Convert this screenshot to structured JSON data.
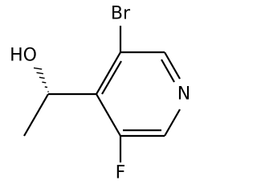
{
  "diagram": {
    "type": "chemical-structure",
    "atom_labels": {
      "bromine": "Br",
      "hydroxyl": "HO",
      "nitrogen": "N",
      "fluorine": "F"
    },
    "colors": {
      "bond": "#000000",
      "label": "#000000",
      "background": "#ffffff"
    }
  }
}
